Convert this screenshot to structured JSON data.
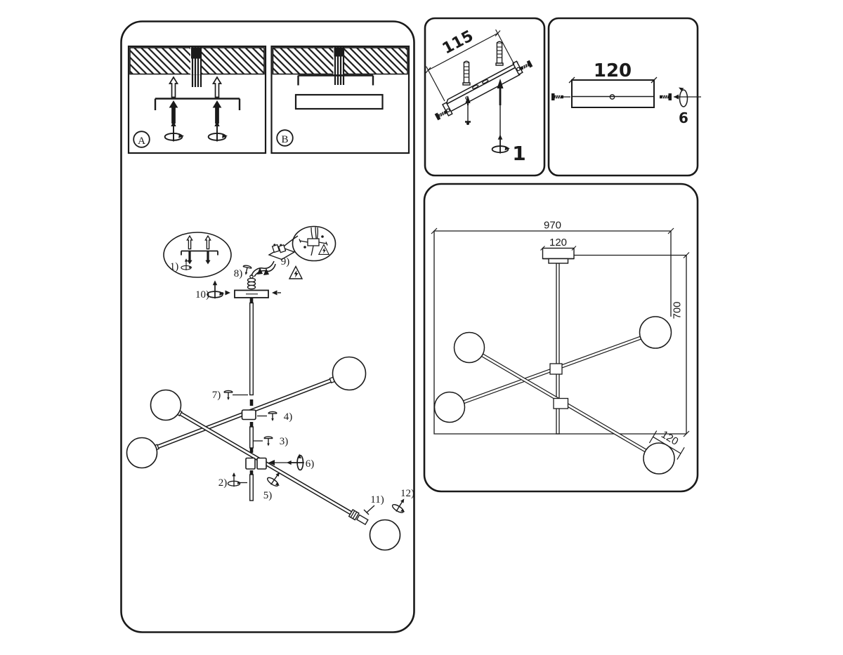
{
  "colors": {
    "ink": "#1a1a1a",
    "paper": "#ffffff"
  },
  "installation_panel": {
    "option_a_label": "A",
    "option_b_label": "B",
    "steps": {
      "s1": "1)",
      "s2": "2)",
      "s3": "3)",
      "s4": "4)",
      "s5": "5)",
      "s6": "6)",
      "s7": "7)",
      "s8": "8)",
      "s9": "9)",
      "s10": "10)",
      "s11": "11)",
      "s12": "12)"
    }
  },
  "bracket_panel": {
    "width_dim": "115",
    "step": "1"
  },
  "canopy_panel": {
    "width_dim": "120",
    "step": "6"
  },
  "dimension_panel": {
    "overall_width": "970",
    "canopy_width": "120",
    "overall_height": "700",
    "globe_diameter": "120"
  }
}
